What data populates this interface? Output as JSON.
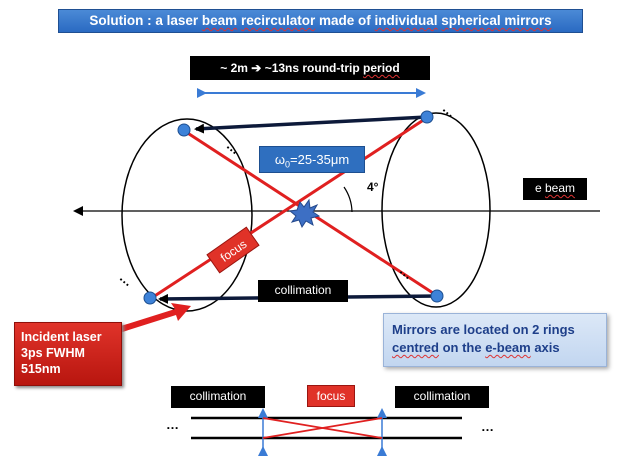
{
  "title": {
    "prefix": "Solution : a laser ",
    "w1": "beam",
    "sp1": " ",
    "w2": "recirculator",
    "mid": " made of ",
    "w3": "individual",
    "sp2": "  ",
    "w4": "spherical mirrors"
  },
  "period": {
    "prefix": "~ 2m ",
    "arrow": "➔",
    "mid": " ~13ns round-trip ",
    "period_word": "period"
  },
  "waist": {
    "symbol": "ω",
    "sub": "0",
    "value": "=25-35μm"
  },
  "angle_label": "4°",
  "ebeam": {
    "prefix": "e ",
    "word": "beam"
  },
  "focus_label": "focus",
  "collimation_label": "collimation",
  "incident": {
    "line1": "Incident laser",
    "line2": "3ps FWHM",
    "line3": "515nm"
  },
  "mirrors_note": {
    "prefix": "Mirrors are located on 2 rings",
    "line2_word": "centred",
    "line2_mid": " on the ",
    "line2_word2": "e-beam",
    "line2_end": " axis"
  },
  "bottom": {
    "collimation_left": "collimation",
    "focus": "focus",
    "collimation_right": "collimation"
  },
  "ellipsis": "…",
  "colors": {
    "laser_red": "#e02020",
    "blue": "#2f6fbf",
    "mirror_blue": "#3a7fd0",
    "black": "#000000"
  }
}
